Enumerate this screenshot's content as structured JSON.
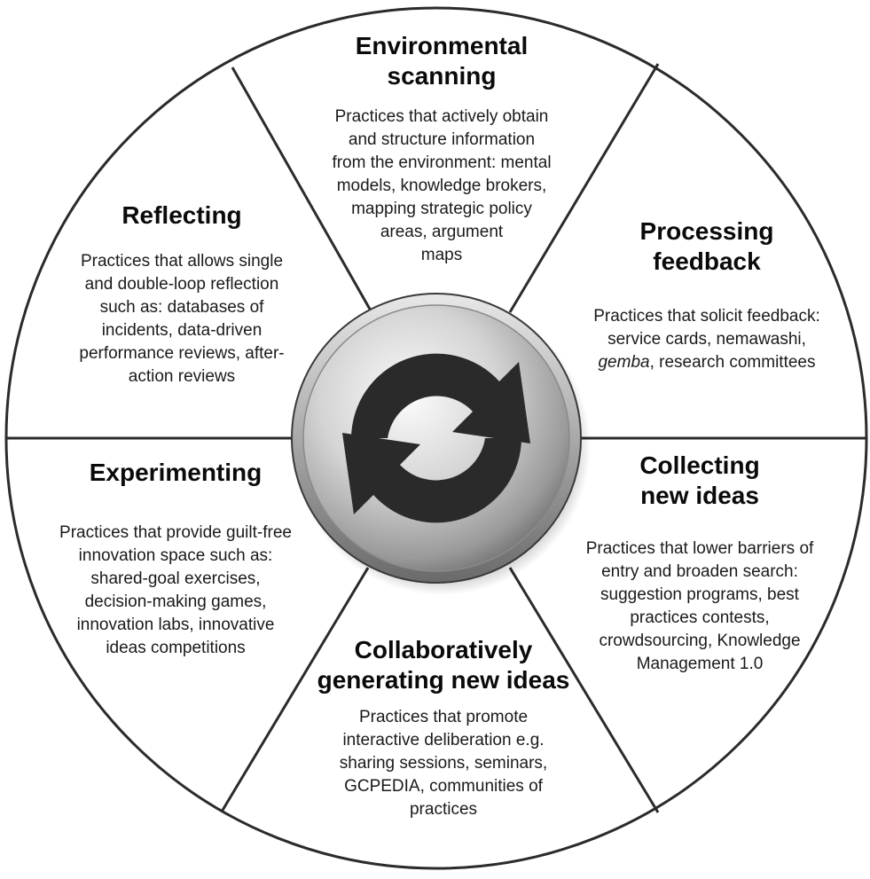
{
  "segments": [
    {
      "title": [
        "Environmental",
        "scanning"
      ],
      "desc": [
        "Practices that actively obtain",
        "and structure information",
        "from the environment: mental",
        "models, knowledge brokers,",
        "mapping strategic policy",
        "areas, argument",
        "maps"
      ]
    },
    {
      "title": [
        "Processing",
        "feedback"
      ],
      "desc": [
        "Practices that solicit feedback:",
        "service cards, nemawashi,"
      ],
      "desc_italic": "gemba",
      "desc_after": ", research committees"
    },
    {
      "title": [
        "Collecting",
        "new ideas"
      ],
      "desc": [
        "Practices that lower barriers of",
        "entry and broaden search:",
        "suggestion programs, best",
        "practices contests,",
        "crowdsourcing, Knowledge",
        "Management 1.0"
      ]
    },
    {
      "title": [
        "Collaboratively",
        "generating new ideas"
      ],
      "desc": [
        "Practices that promote",
        "interactive deliberation e.g.",
        "sharing sessions, seminars,",
        "GCPEDIA, communities of",
        "practices"
      ]
    },
    {
      "title": [
        "Experimenting"
      ],
      "desc": [
        "Practices that provide guilt-free",
        "innovation space such as:",
        "shared-goal exercises,",
        "decision-making games,",
        "innovation labs, innovative",
        "ideas competitions"
      ]
    },
    {
      "title": [
        "Reflecting"
      ],
      "desc": [
        "Practices that allows single",
        "and double-loop reflection",
        "such as: databases of",
        "incidents, data-driven",
        "performance reviews, after-",
        "action reviews"
      ]
    }
  ],
  "center": {
    "icon": "refresh-cycle-icon"
  },
  "colors": {
    "outline": "#2b2b2b",
    "text": "#111111",
    "hub_dark": "#6e6e6e",
    "hub_light": "#f2f2f2",
    "arrow": "#2a2a2a"
  }
}
